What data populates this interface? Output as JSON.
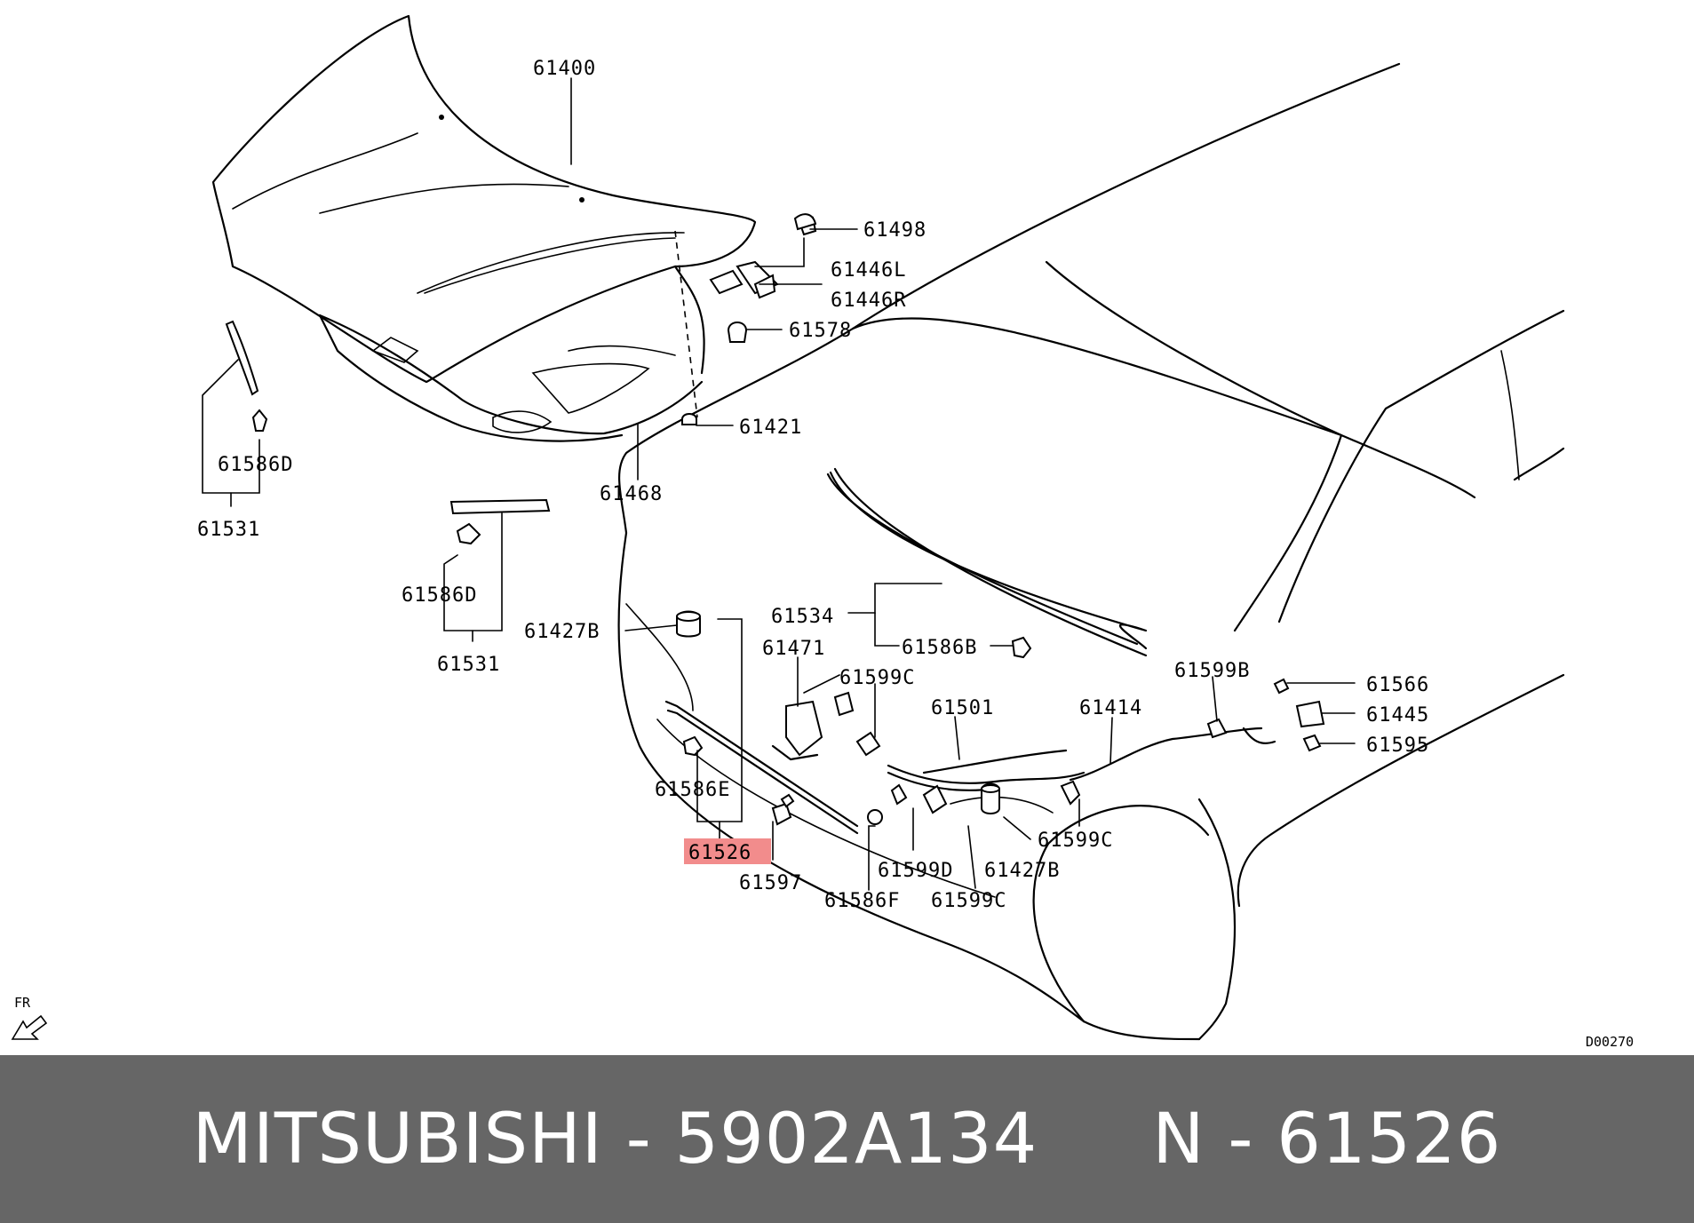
{
  "diagram": {
    "highlight_color": "#f28c8c",
    "labels": {
      "p61400": "61400",
      "p61498": "61498",
      "p61446L": "61446L",
      "p61446R": "61446R",
      "p61578": "61578",
      "p61421": "61421",
      "p61468": "61468",
      "p61586D_top": "61586D",
      "p61531_top": "61531",
      "p61586D_mid": "61586D",
      "p61531_mid": "61531",
      "p61427B_left": "61427B",
      "p61534": "61534",
      "p61586B": "61586B",
      "p61471": "61471",
      "p61599C_top": "61599C",
      "p61501": "61501",
      "p61414": "61414",
      "p61599B": "61599B",
      "p61566": "61566",
      "p61445": "61445",
      "p61595": "61595",
      "p61586E": "61586E",
      "p61526": "61526",
      "p61597": "61597",
      "p61599D": "61599D",
      "p61586F": "61586F",
      "p61599C_bottom": "61599C",
      "p61427B_right": "61427B",
      "p61599C_right": "61599C"
    },
    "direction_indicator": "FR",
    "diagram_code": "D00270"
  },
  "footer": {
    "text": "MITSUBISHI - 5902A134     N - 61526",
    "background": "#666666"
  }
}
